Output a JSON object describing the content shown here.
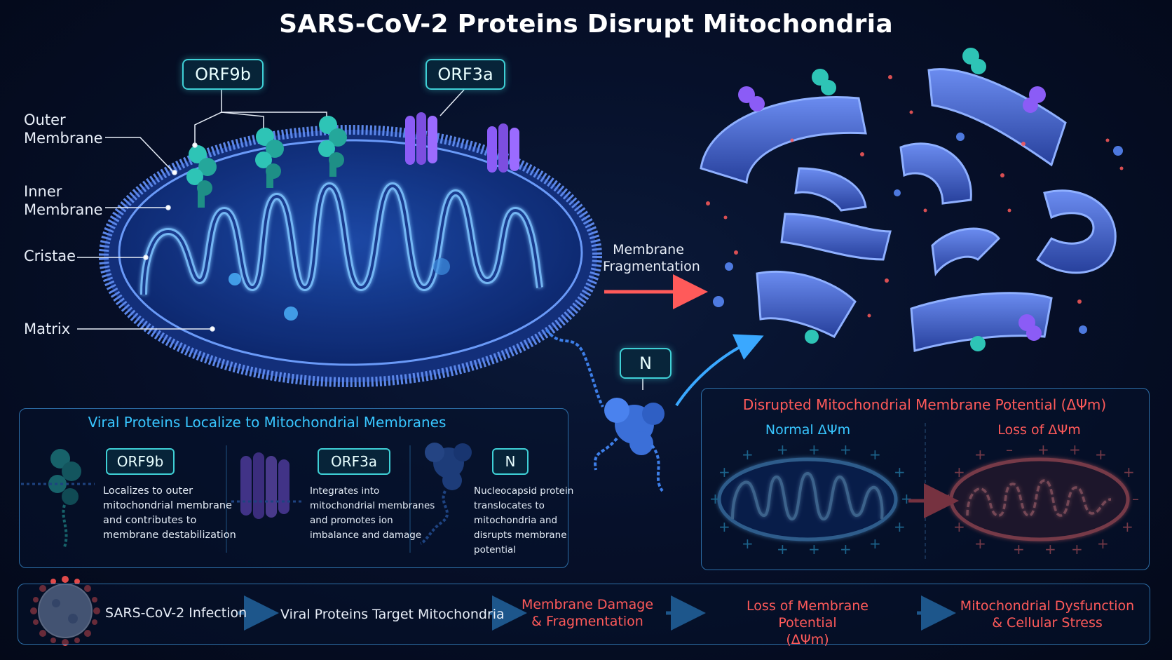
{
  "title": "SARS-CoV-2 Proteins Disrupt Mitochondria",
  "protein_tags": {
    "orf9b": "ORF9b",
    "orf3a": "ORF3a",
    "n": "N"
  },
  "structure_labels": {
    "outer_membrane": [
      "Outer",
      "Membrane"
    ],
    "inner_membrane": [
      "Inner",
      "Membrane"
    ],
    "cristae": "Cristae",
    "matrix": "Matrix"
  },
  "fragmentation_label": [
    "Membrane",
    "Fragmentation"
  ],
  "localize_panel": {
    "title": "Viral Proteins Localize to Mitochondrial Membranes",
    "items": [
      {
        "tag": "ORF9b",
        "text": [
          "Localizes to outer",
          "mitochondrial membrane",
          "and contributes to",
          "membrane destabilization"
        ]
      },
      {
        "tag": "ORF3a",
        "text": [
          "Integrates into",
          "mitochondrial membranes",
          "and promotes ion",
          "imbalance and damage"
        ]
      },
      {
        "tag": "N",
        "text": [
          "Nucleocapsid protein",
          "translocates to",
          "mitochondria and",
          "disrupts membrane",
          "potential"
        ]
      }
    ]
  },
  "potential_panel": {
    "title": "Disrupted Mitochondrial Membrane Potential (ΔΨm)",
    "normal_label": "Normal ΔΨm",
    "loss_label": "Loss of ΔΨm"
  },
  "pathway": {
    "steps": [
      [
        "SARS-CoV-2 Infection"
      ],
      [
        "Viral Proteins Target Mitochondria"
      ],
      [
        "Membrane Damage",
        "& Fragmentation"
      ],
      [
        "Loss of Membrane Potential",
        "(ΔΨm)"
      ],
      [
        "Mitochondrial Dysfunction",
        "& Cellular Stress"
      ]
    ]
  },
  "colors": {
    "teal": "#2ec4b6",
    "purple": "#8b5cf6",
    "blue": "#3b82f6",
    "red": "#ff5a5a",
    "cyan_text": "#38c6ff",
    "membrane": "#4f7fe0"
  }
}
